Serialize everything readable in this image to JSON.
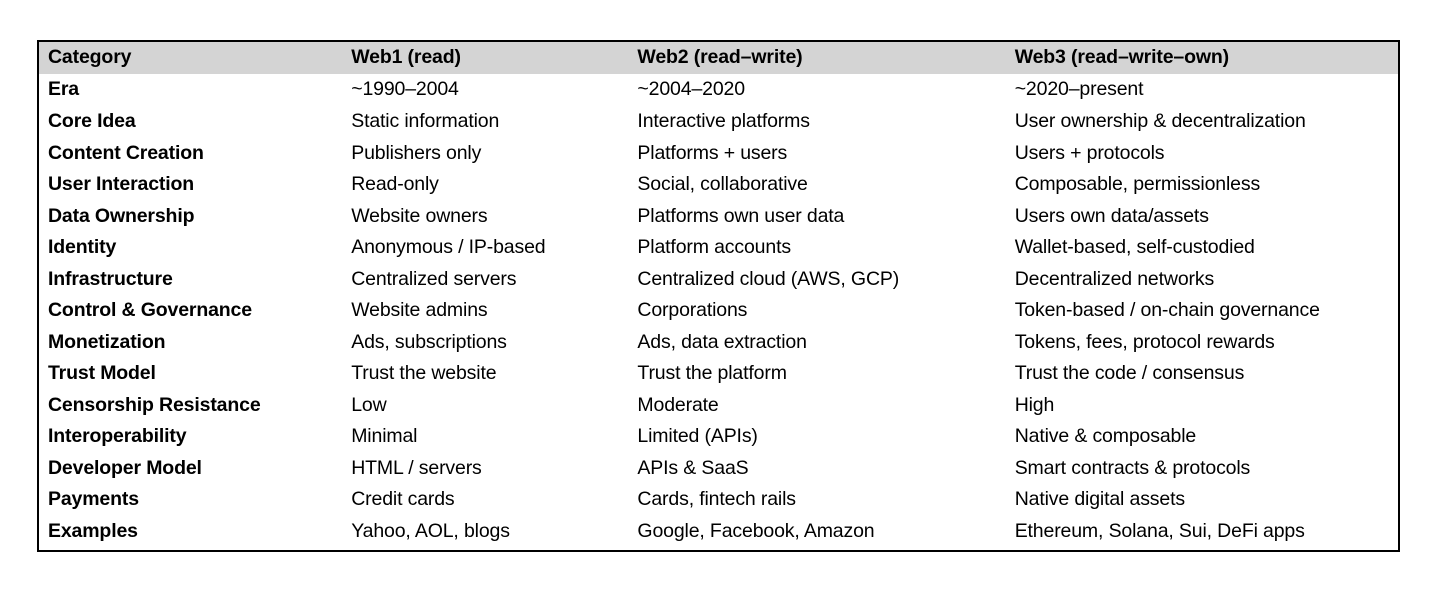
{
  "table": {
    "header_background": "#d4d4d4",
    "border_color": "#000000",
    "columns": [
      "Category",
      "Web1 (read)",
      "Web2 (read–write)",
      "Web3 (read–write–own)"
    ],
    "rows": [
      {
        "category": "Era",
        "web1": "~1990–2004",
        "web2": "~2004–2020",
        "web3": "~2020–present"
      },
      {
        "category": "Core Idea",
        "web1": "Static information",
        "web2": "Interactive platforms",
        "web3": "User ownership & decentralization"
      },
      {
        "category": "Content Creation",
        "web1": "Publishers only",
        "web2": "Platforms + users",
        "web3": "Users + protocols"
      },
      {
        "category": "User Interaction",
        "web1": "Read-only",
        "web2": "Social, collaborative",
        "web3": "Composable, permissionless"
      },
      {
        "category": "Data Ownership",
        "web1": "Website owners",
        "web2": "Platforms own user data",
        "web3": "Users own data/assets"
      },
      {
        "category": "Identity",
        "web1": "Anonymous / IP-based",
        "web2": "Platform accounts",
        "web3": "Wallet-based, self-custodied"
      },
      {
        "category": "Infrastructure",
        "web1": "Centralized servers",
        "web2": "Centralized cloud (AWS, GCP)",
        "web3": "Decentralized networks"
      },
      {
        "category": "Control & Governance",
        "web1": "Website admins",
        "web2": "Corporations",
        "web3": "Token-based / on-chain governance"
      },
      {
        "category": "Monetization",
        "web1": "Ads, subscriptions",
        "web2": "Ads, data extraction",
        "web3": "Tokens, fees, protocol rewards"
      },
      {
        "category": "Trust Model",
        "web1": "Trust the website",
        "web2": "Trust the platform",
        "web3": "Trust the code / consensus"
      },
      {
        "category": "Censorship Resistance",
        "web1": "Low",
        "web2": "Moderate",
        "web3": "High"
      },
      {
        "category": "Interoperability",
        "web1": "Minimal",
        "web2": "Limited (APIs)",
        "web3": "Native & composable"
      },
      {
        "category": "Developer Model",
        "web1": "HTML / servers",
        "web2": "APIs & SaaS",
        "web3": "Smart contracts & protocols"
      },
      {
        "category": "Payments",
        "web1": "Credit cards",
        "web2": "Cards, fintech rails",
        "web3": "Native digital assets"
      },
      {
        "category": "Examples",
        "web1": "Yahoo, AOL, blogs",
        "web2": "Google, Facebook, Amazon",
        "web3": "Ethereum, Solana, Sui, DeFi apps"
      }
    ]
  }
}
